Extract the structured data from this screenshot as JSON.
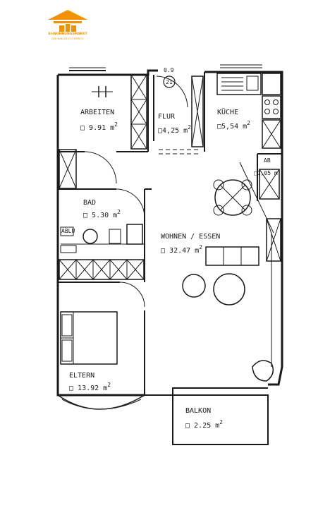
{
  "logo": {
    "brand": "SI-WOHNUNGSMARKT",
    "tagline": "DER MAKLER IN CHEMNITZ",
    "color": "#f39200"
  },
  "annotations": {
    "dimension": "0.9",
    "circle_number": "21"
  },
  "rooms": {
    "arbeiten": {
      "name": "ARBEITEN",
      "area": "9.91 m",
      "exp": "2"
    },
    "flur": {
      "name": "FLUR",
      "area": "4,25 m",
      "exp": "2"
    },
    "kueche": {
      "name": "KÜCHE",
      "area": "5,54 m",
      "exp": "2"
    },
    "ab": {
      "name": "AB",
      "area": "1,05 m",
      "exp": ""
    },
    "bad": {
      "name": "BAD",
      "area": "5.30 m",
      "exp": "2"
    },
    "ablu": {
      "name": "ABLU"
    },
    "wohnen": {
      "name": "WOHNEN / ESSEN",
      "area": "32.47 m",
      "exp": "2"
    },
    "eltern": {
      "name": "ELTERN",
      "area": "13.92 m",
      "exp": "2"
    },
    "balkon": {
      "name": "BALKON",
      "area": "2.25 m",
      "exp": "2"
    }
  }
}
